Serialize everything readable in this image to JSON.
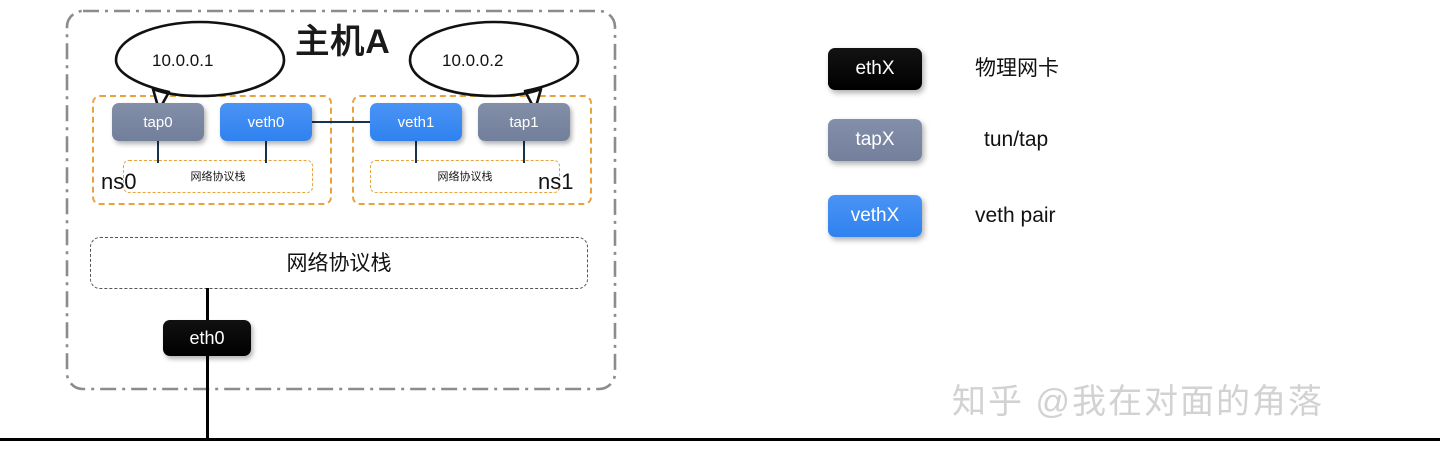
{
  "host": {
    "title": "主机A",
    "protocol_stack_label": "网络协议栈"
  },
  "namespaces": [
    {
      "id": "ns0",
      "label": "ns0",
      "protocol_stack_label": "网络协议栈",
      "devices": [
        {
          "name": "tap0",
          "kind": "tap"
        },
        {
          "name": "veth0",
          "kind": "veth"
        }
      ],
      "ip_bubble": "10.0.0.1"
    },
    {
      "id": "ns1",
      "label": "ns1",
      "protocol_stack_label": "网络协议栈",
      "devices": [
        {
          "name": "veth1",
          "kind": "veth"
        },
        {
          "name": "tap1",
          "kind": "tap"
        }
      ],
      "ip_bubble": "10.0.0.2"
    }
  ],
  "physical_device": {
    "name": "eth0",
    "kind": "eth"
  },
  "legend": {
    "items": [
      {
        "chip": "ethX",
        "label": "物理网卡",
        "kind": "eth",
        "color": "#000000"
      },
      {
        "chip": "tapX",
        "label": "tun/tap",
        "kind": "tap",
        "color": "#7a86a2"
      },
      {
        "chip": "vethX",
        "label": "veth pair",
        "kind": "veth",
        "color": "#3585f0"
      }
    ]
  },
  "watermark": {
    "text": "知乎 @我在对面的角落"
  },
  "colors": {
    "tap": "#7a86a2",
    "veth": "#3585f0",
    "eth": "#000000",
    "namespace_border": "#e8a33d",
    "host_border": "#8c8c8c",
    "connector": "#17334d",
    "watermark": "#d2d2d2"
  }
}
